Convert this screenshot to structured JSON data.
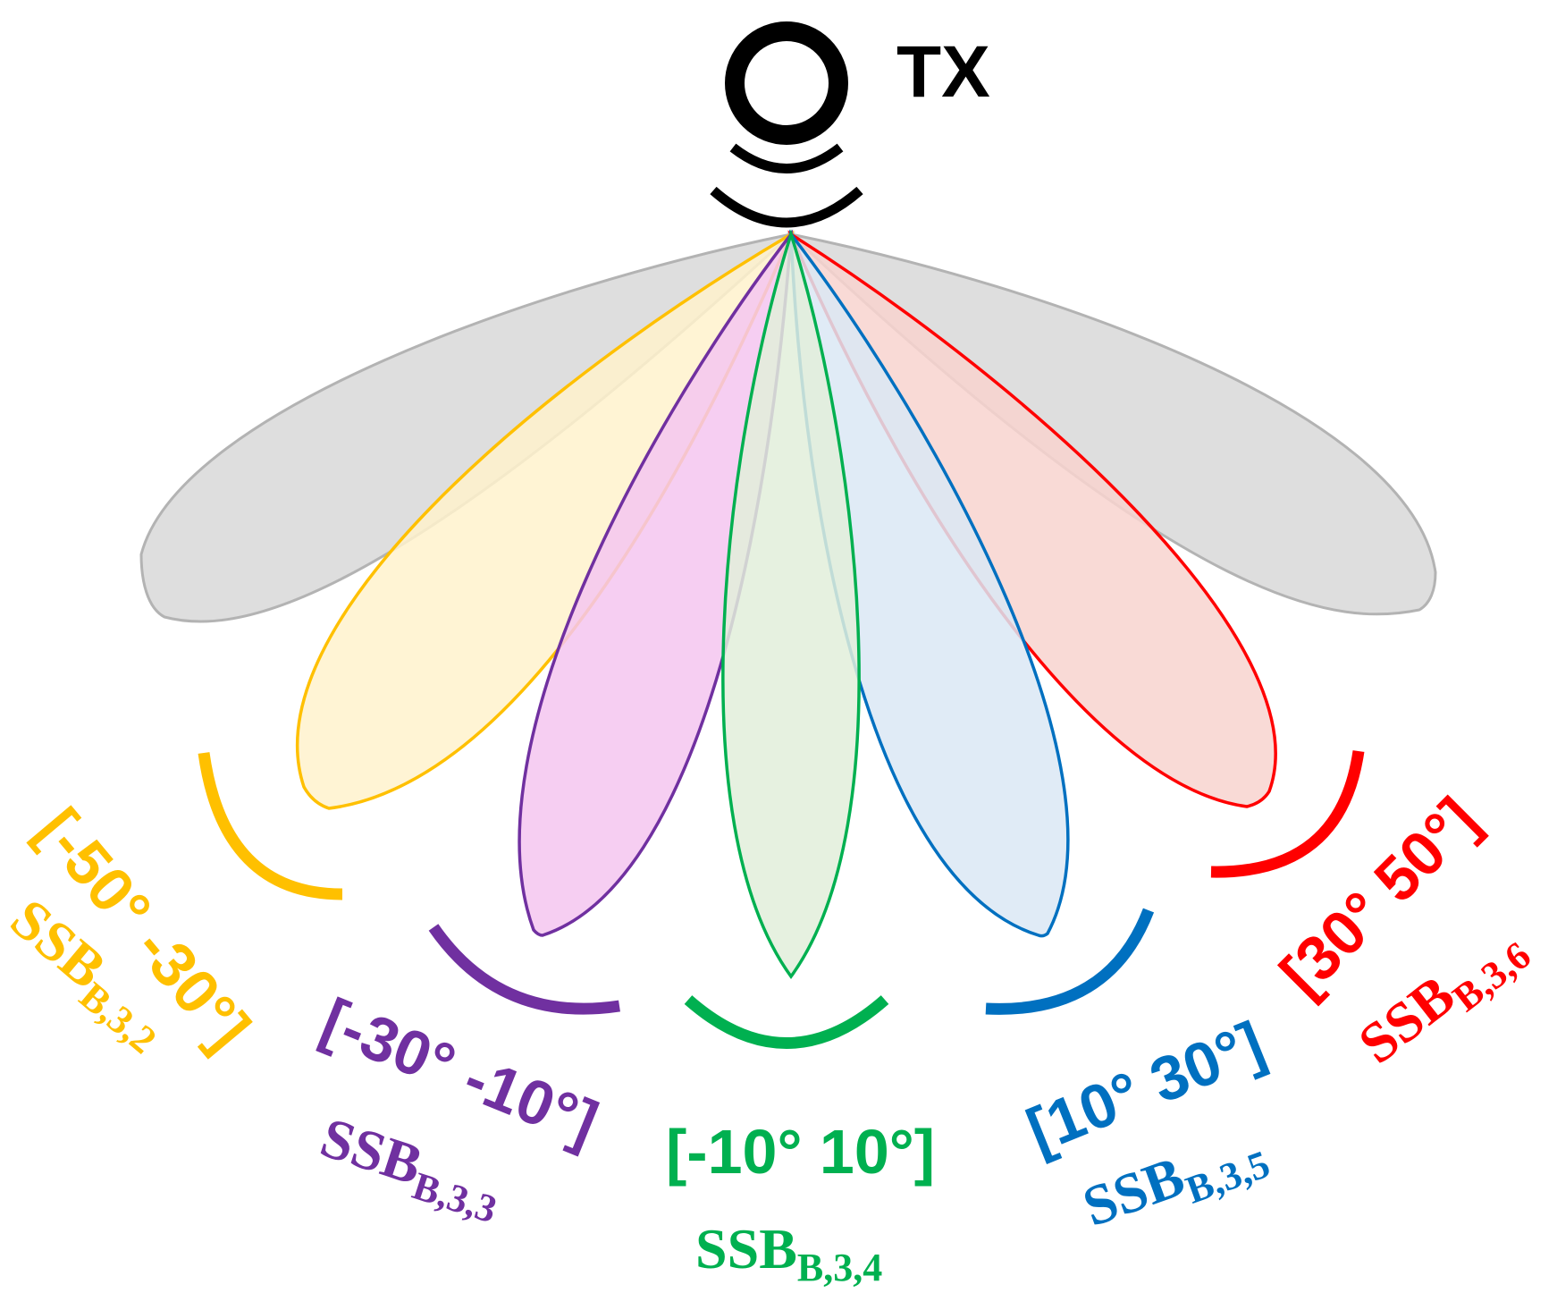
{
  "transmitter": {
    "label": "TX",
    "icon": "antenna-icon"
  },
  "colors": {
    "wide_beam": "#a6a6a6",
    "wide_fill": "#d9d9d9"
  },
  "beams": [
    {
      "id": "b32",
      "range": "[-50° -30°]",
      "ssb": "SSB",
      "ssb_sub": "B,3,2",
      "color": "#ffc000",
      "fill": "#fff2cc"
    },
    {
      "id": "b33",
      "range": "[-30° -10°]",
      "ssb": "SSB",
      "ssb_sub": "B,3,3",
      "color": "#7030a0",
      "fill": "#f5c6f0"
    },
    {
      "id": "b34",
      "range": "[-10° 10°]",
      "ssb": "SSB",
      "ssb_sub": "B,3,4",
      "color": "#00b050",
      "fill": "#e2efda"
    },
    {
      "id": "b35",
      "range": "[10° 30°]",
      "ssb": "SSB",
      "ssb_sub": "B,3,5",
      "color": "#0070c0",
      "fill": "#dae8f5"
    },
    {
      "id": "b36",
      "range": "[30° 50°]",
      "ssb": "SSB",
      "ssb_sub": "B,3,6",
      "color": "#ff0000",
      "fill": "#f8d3cf"
    }
  ]
}
